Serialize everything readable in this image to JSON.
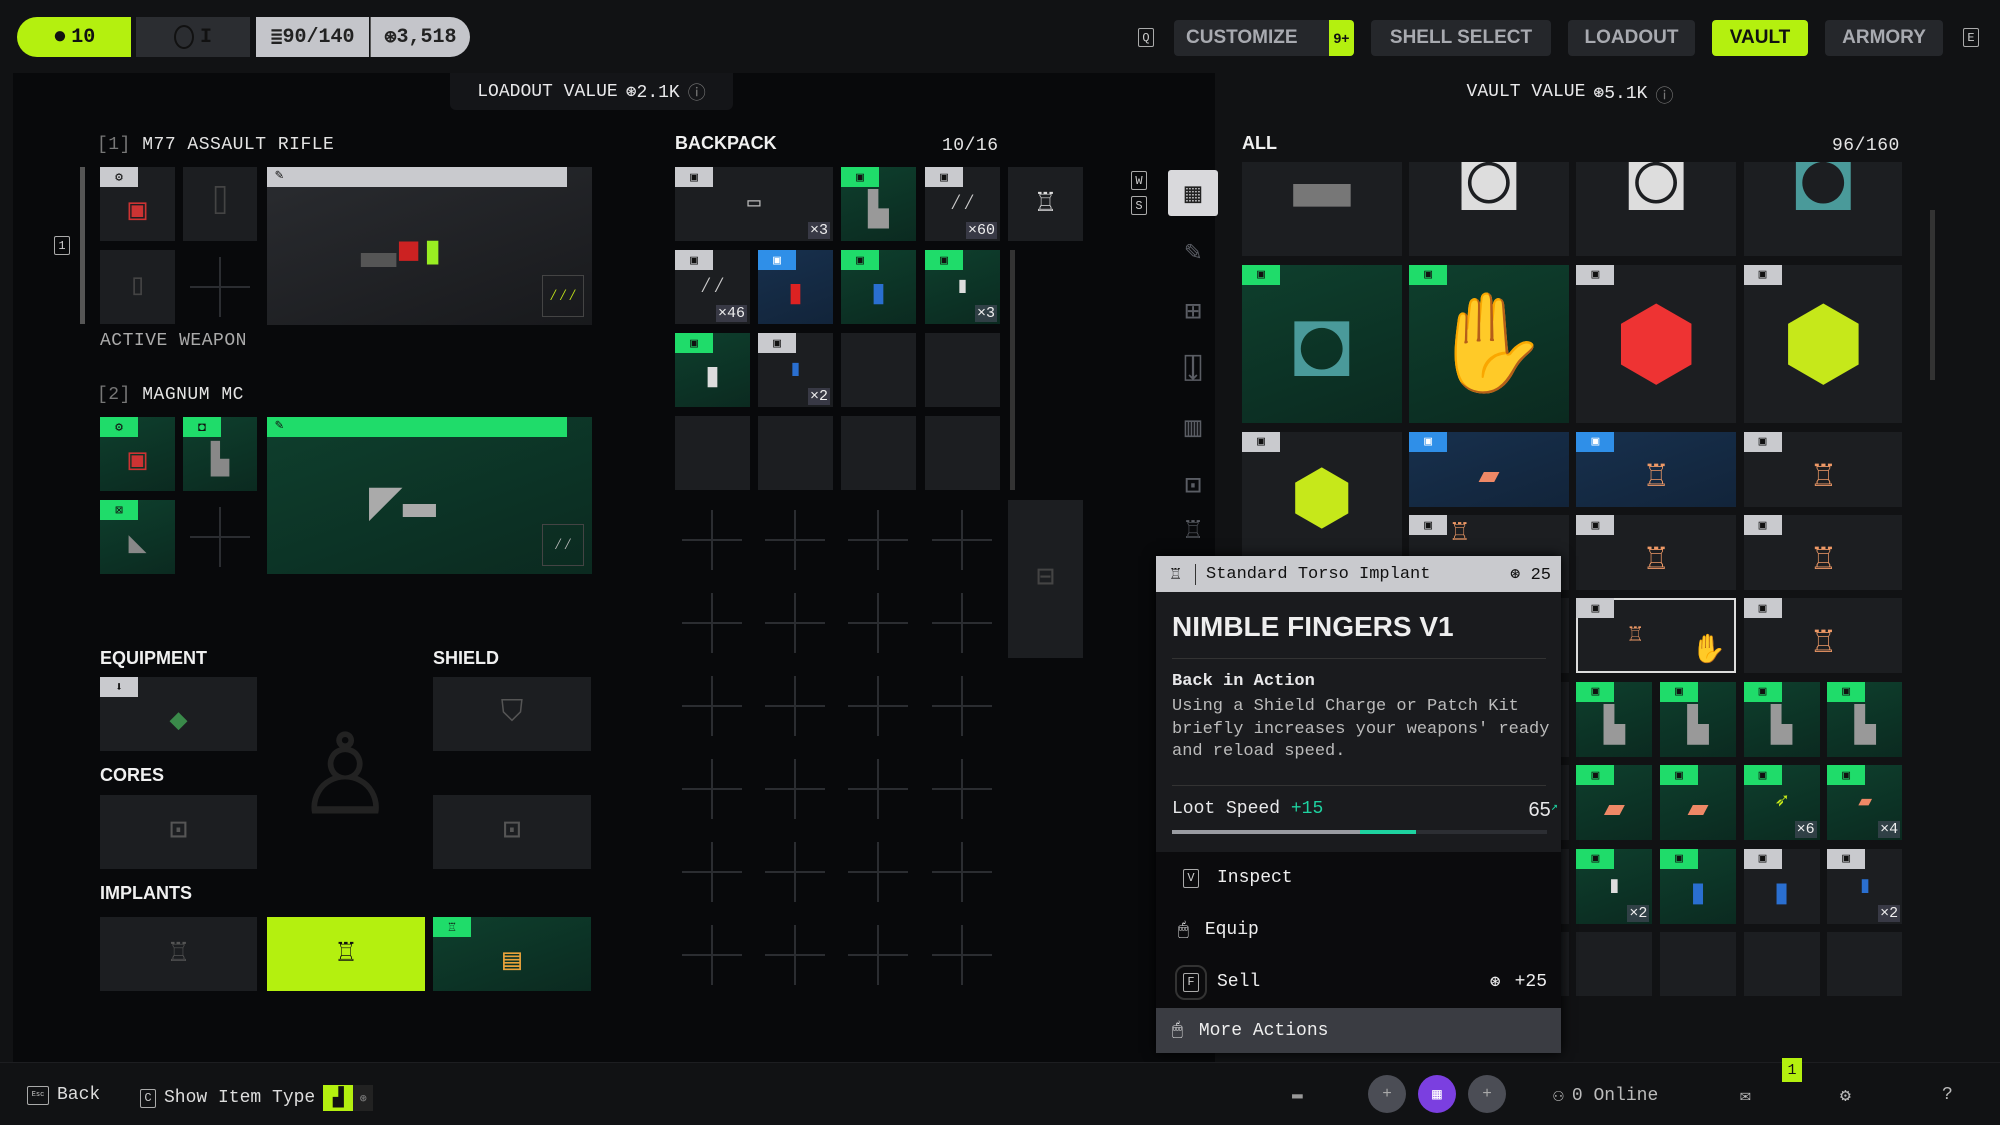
{
  "top": {
    "level": "10",
    "rank": "I",
    "capacity": "90/140",
    "credits": "3,518"
  },
  "nav": {
    "q": "Q",
    "e": "E",
    "tabs": [
      {
        "label": "CUSTOMIZE",
        "badge": "9+"
      },
      {
        "label": "SHELL SELECT"
      },
      {
        "label": "LOADOUT"
      },
      {
        "label": "VAULT",
        "active": true
      },
      {
        "label": "ARMORY"
      }
    ]
  },
  "loadout": {
    "value_label": "LOADOUT VALUE",
    "value": "2.1K",
    "weapon1": {
      "index": "[1]",
      "name": "M77 ASSAULT RIFLE",
      "status": "ACTIVE WEAPON",
      "side": "1"
    },
    "weapon2": {
      "index": "[2]",
      "name": "MAGNUM MC"
    },
    "equipment": "EQUIPMENT",
    "shield": "SHIELD",
    "cores": "CORES",
    "implants": "IMPLANTS"
  },
  "backpack": {
    "title": "BACKPACK",
    "count": "10/16",
    "keys": [
      "W",
      "S"
    ],
    "items": [
      {
        "tag": "gray",
        "icon": "clay-mine",
        "count": "×3",
        "wide": true
      },
      {
        "tag": "green",
        "icon": "grip",
        "count": ""
      },
      {
        "tag": "gray",
        "icon": "ammo",
        "count": "×60"
      },
      {
        "tag": "gray",
        "icon": "ammo",
        "count": "×46"
      },
      {
        "tag": "blue",
        "icon": "shield-charge",
        "count": ""
      },
      {
        "tag": "green",
        "icon": "clean-patch",
        "count": ""
      },
      {
        "tag": "green",
        "icon": "patch-kit",
        "count": "×3"
      },
      {
        "tag": "green",
        "icon": "patch-kit",
        "count": ""
      },
      {
        "tag": "gray",
        "icon": "clean-patch",
        "count": "×2"
      }
    ]
  },
  "vault": {
    "value_label": "VAULT VALUE",
    "value": "5.1K",
    "filter": "ALL",
    "count": "96/160",
    "items": [
      {
        "tag": "",
        "icon": "rifle",
        "count": ""
      },
      {
        "tag": "",
        "icon": "helmet",
        "count": ""
      },
      {
        "tag": "",
        "icon": "helmet",
        "count": ""
      },
      {
        "tag": "",
        "icon": "backpack",
        "count": ""
      },
      {
        "tag": "green",
        "icon": "backpack",
        "count": ""
      },
      {
        "tag": "green",
        "icon": "med-pack",
        "count": ""
      },
      {
        "tag": "gray",
        "icon": "crate-red",
        "count": ""
      },
      {
        "tag": "gray",
        "icon": "crate-lime",
        "count": ""
      },
      {
        "tag": "gray",
        "icon": "crate-lime",
        "count": ""
      },
      {
        "tag": "blue",
        "icon": "battery",
        "count": ""
      },
      {
        "tag": "blue",
        "icon": "implant",
        "count": ""
      },
      {
        "tag": "gray",
        "icon": "implant",
        "count": ""
      },
      {
        "tag": "gray",
        "icon": "implant",
        "count": ""
      },
      {
        "tag": "gray",
        "icon": "implant",
        "count": ""
      },
      {
        "tag": "gray",
        "icon": "implant",
        "count": ""
      },
      {
        "tag": "gray",
        "icon": "implant",
        "count": "",
        "selected": true
      },
      {
        "tag": "gray",
        "icon": "implant",
        "count": ""
      },
      {
        "tag": "green",
        "icon": "grip",
        "count": ""
      },
      {
        "tag": "green",
        "icon": "grip",
        "count": ""
      },
      {
        "tag": "green",
        "icon": "grip",
        "count": ""
      },
      {
        "tag": "green",
        "icon": "grip",
        "count": ""
      },
      {
        "tag": "green",
        "icon": "battery",
        "count": ""
      },
      {
        "tag": "green",
        "icon": "battery",
        "count": ""
      },
      {
        "tag": "green",
        "icon": "dart",
        "count": "×6"
      },
      {
        "tag": "green",
        "icon": "battery",
        "count": "×4"
      },
      {
        "tag": "green",
        "icon": "patch-kit",
        "count": "×2"
      },
      {
        "tag": "green",
        "icon": "clean-patch",
        "count": ""
      },
      {
        "tag": "gray",
        "icon": "clean-patch",
        "count": ""
      },
      {
        "tag": "gray",
        "icon": "clean-patch",
        "count": "×2"
      }
    ]
  },
  "tooltip": {
    "type": "Standard Torso Implant",
    "value": "25",
    "title": "NIMBLE FINGERS V1",
    "ability": "Back in Action",
    "description": "Using a Shield Charge or Patch Kit briefly increases your weapons' ready and reload speed.",
    "stat": {
      "name": "Loot Speed",
      "bonus": "+15",
      "total": "65",
      "base_pct": 50,
      "total_pct": 65
    },
    "actions": [
      {
        "key": "V",
        "label": "Inspect"
      },
      {
        "key": "mouse",
        "label": "Equip"
      },
      {
        "key": "F",
        "label": "Sell",
        "value": "+25"
      },
      {
        "key": "mouse",
        "label": "More Actions"
      }
    ]
  },
  "bottom": {
    "esc": "Esc",
    "back": "Back",
    "c": "C",
    "show_type": "Show Item Type",
    "online": "0 Online",
    "mail_badge": "1",
    "help": "?"
  },
  "colors": {
    "lime": "#b4f00f",
    "green": "#1fdc6a",
    "blue": "#2f8fe8",
    "teal": "#1ed2a0"
  }
}
